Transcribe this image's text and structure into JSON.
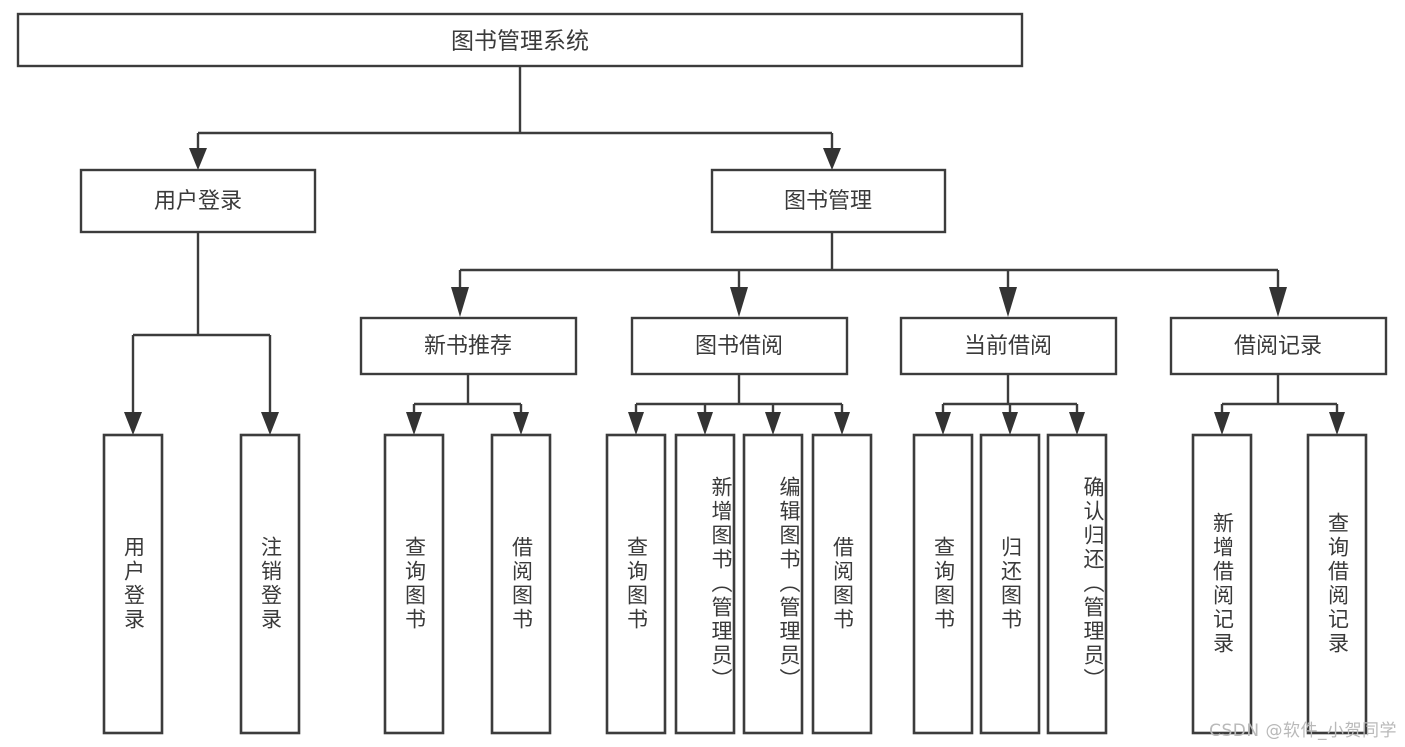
{
  "diagram": {
    "type": "hierarchy-tree",
    "title": "图书管理系统",
    "root": {
      "id": "root",
      "label": "图书管理系统",
      "orientation": "horizontal"
    },
    "level2": [
      {
        "id": "user-login",
        "label": "用户登录",
        "orientation": "horizontal"
      },
      {
        "id": "book-manage",
        "label": "图书管理",
        "orientation": "horizontal"
      }
    ],
    "level3": [
      {
        "id": "new-book-recommend",
        "label": "新书推荐",
        "orientation": "horizontal",
        "parent": "book-manage"
      },
      {
        "id": "book-borrow",
        "label": "图书借阅",
        "orientation": "horizontal",
        "parent": "book-manage"
      },
      {
        "id": "current-borrow",
        "label": "当前借阅",
        "orientation": "horizontal",
        "parent": "book-manage"
      },
      {
        "id": "borrow-record",
        "label": "借阅记录",
        "orientation": "horizontal",
        "parent": "book-manage"
      }
    ],
    "leaves": [
      {
        "id": "leaf-user-login",
        "label": "用户登录",
        "orientation": "vertical",
        "parent": "user-login"
      },
      {
        "id": "leaf-logout",
        "label": "注销登录",
        "orientation": "vertical",
        "parent": "user-login"
      },
      {
        "id": "leaf-query-book-1",
        "label": "查询图书",
        "orientation": "vertical",
        "parent": "new-book-recommend"
      },
      {
        "id": "leaf-borrow-book-1",
        "label": "借阅图书",
        "orientation": "vertical",
        "parent": "new-book-recommend"
      },
      {
        "id": "leaf-query-book-2",
        "label": "查询图书",
        "orientation": "vertical",
        "parent": "book-borrow"
      },
      {
        "id": "leaf-add-book",
        "label": "新增图书（管理员）",
        "orientation": "vertical",
        "parent": "book-borrow"
      },
      {
        "id": "leaf-edit-book",
        "label": "编辑图书（管理员）",
        "orientation": "vertical",
        "parent": "book-borrow"
      },
      {
        "id": "leaf-borrow-book-2",
        "label": "借阅图书",
        "orientation": "vertical",
        "parent": "book-borrow"
      },
      {
        "id": "leaf-query-book-3",
        "label": "查询图书",
        "orientation": "vertical",
        "parent": "current-borrow"
      },
      {
        "id": "leaf-return-book",
        "label": "归还图书",
        "orientation": "vertical",
        "parent": "current-borrow"
      },
      {
        "id": "leaf-confirm-return",
        "label": "确认归还（管理员）",
        "orientation": "vertical",
        "parent": "current-borrow"
      },
      {
        "id": "leaf-add-record",
        "label": "新增借阅记录",
        "orientation": "vertical",
        "parent": "borrow-record"
      },
      {
        "id": "leaf-query-record",
        "label": "查询借阅记录",
        "orientation": "vertical",
        "parent": "borrow-record"
      }
    ],
    "colors": {
      "stroke": "#3c3c3c",
      "text": "#3a3a3a",
      "fill": "#ffffff",
      "watermark": "#b9b9b9"
    }
  },
  "watermark": {
    "text": "CSDN @软件_小贺同学"
  }
}
